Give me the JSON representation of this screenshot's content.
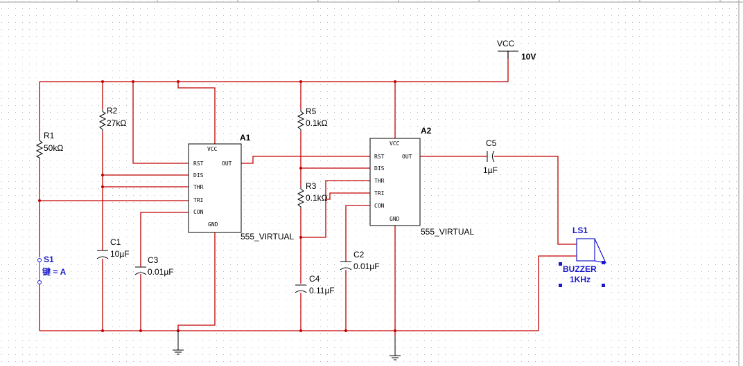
{
  "colors": {
    "wire": "#c00000",
    "component": "#000000",
    "selected": "#1a1acc",
    "grid": "#b8b8b8"
  },
  "power": {
    "label": "VCC",
    "value": "10V"
  },
  "resistors": [
    {
      "ref": "R1",
      "value": "50kΩ"
    },
    {
      "ref": "R2",
      "value": "27kΩ"
    },
    {
      "ref": "R5",
      "value": "0.1kΩ"
    },
    {
      "ref": "R3",
      "value": "0.1kΩ"
    }
  ],
  "capacitors": [
    {
      "ref": "C1",
      "value": "10µF"
    },
    {
      "ref": "C3",
      "value": "0.01µF"
    },
    {
      "ref": "C4",
      "value": "0.11µF"
    },
    {
      "ref": "C2",
      "value": "0.01µF"
    },
    {
      "ref": "C5",
      "value": "1µF"
    }
  ],
  "timers": [
    {
      "ref": "A1",
      "model": "555_VIRTUAL"
    },
    {
      "ref": "A2",
      "model": "555_VIRTUAL"
    }
  ],
  "pins": {
    "vcc": "VCC",
    "rst": "RST",
    "out": "OUT",
    "dis": "DIS",
    "thr": "THR",
    "tri": "TRI",
    "con": "CON",
    "gnd": "GND"
  },
  "switch": {
    "ref": "S1",
    "key": "键 = A"
  },
  "buzzer": {
    "ref": "LS1",
    "type": "BUZZER",
    "freq": "1KHz"
  }
}
